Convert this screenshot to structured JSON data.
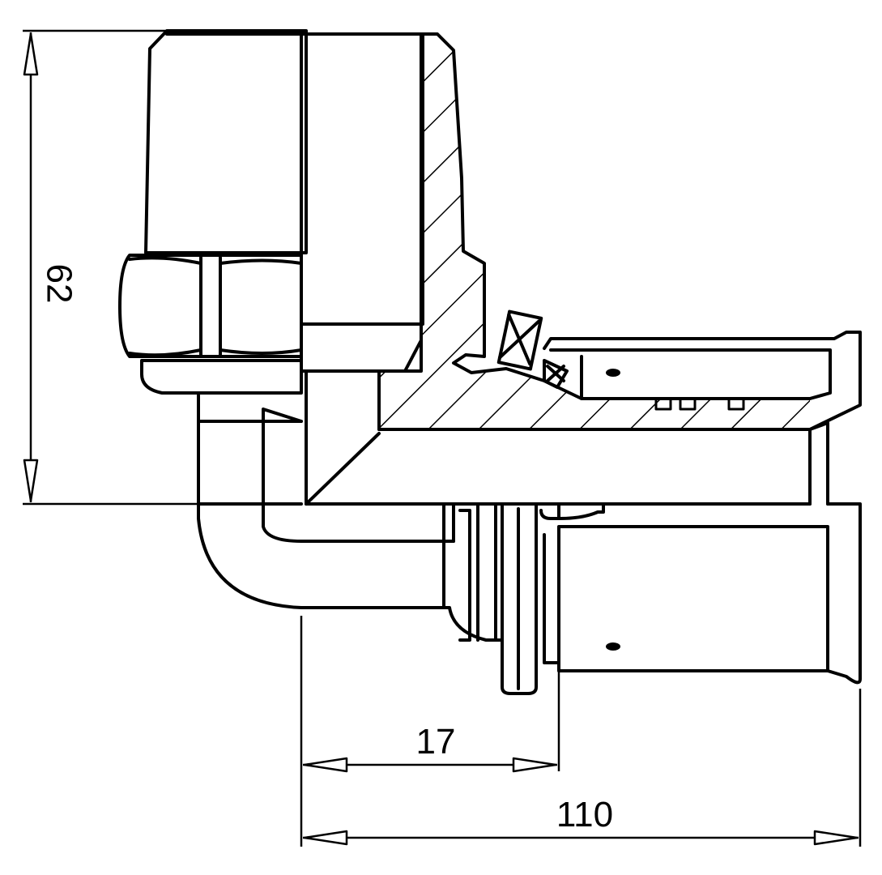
{
  "drawing": {
    "line_color": "#000000",
    "background": "#ffffff"
  },
  "dimensions": {
    "height_label": "62",
    "offset_label": "17",
    "length_label": "110"
  }
}
